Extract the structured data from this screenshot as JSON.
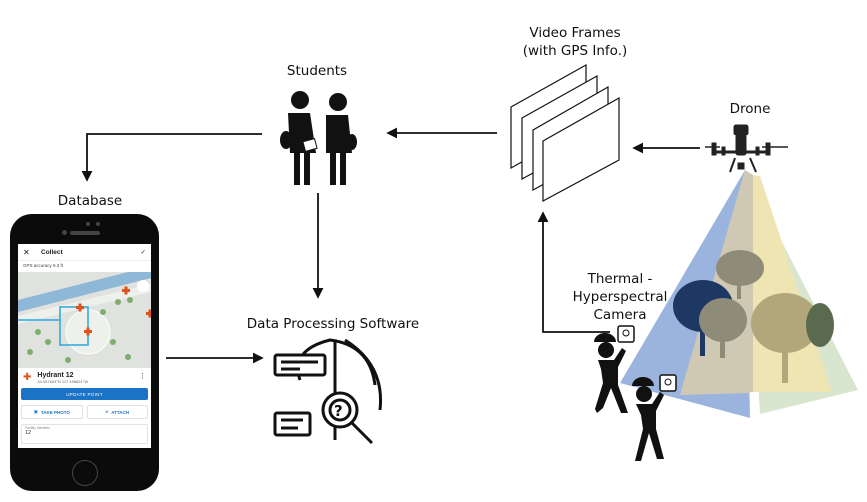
{
  "labels": {
    "students": "Students",
    "video_frames_line1": "Video Frames",
    "video_frames_line2": "(with GPS Info.)",
    "drone": "Drone",
    "database": "Database",
    "data_processing": "Data Processing Software",
    "camera_line1": "Thermal -",
    "camera_line2": "Hyperspectral",
    "camera_line3": "Camera"
  },
  "phone_app": {
    "close_icon": "close-icon",
    "title": "Collect",
    "check_icon": "check-icon",
    "gps_accuracy": "GPS accuracy 9.3 ft",
    "feature_name": "Hydrant 12",
    "feature_coords": "34.057604°N 117.196821°W",
    "update_button": "UPDATE POINT",
    "take_photo_button": "TAKE PHOTO",
    "attach_button": "ATTACH",
    "field_label": "Facility identifier",
    "field_value": "12"
  },
  "colors": {
    "accent_blue": "#1a73c4",
    "marker_orange": "#e0521c",
    "beam_blue": "#9bb4de",
    "beam_tan": "#cfc9b4",
    "beam_yellow": "#efe5b2",
    "beam_green": "#d8e6cf"
  }
}
